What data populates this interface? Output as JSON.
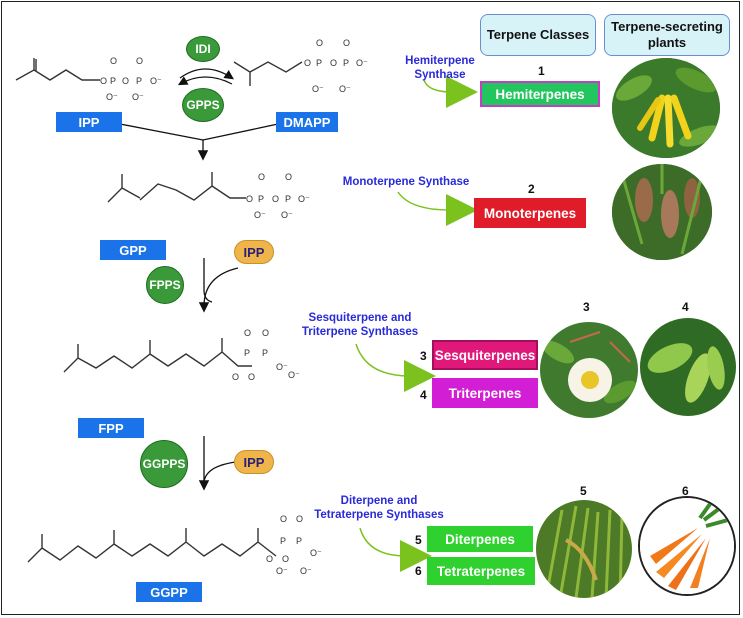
{
  "headers": {
    "classes": "Terpene Classes",
    "plants_line1": "Terpene-secreting",
    "plants_line2": "plants"
  },
  "molecules": {
    "ipp": "IPP",
    "dmapp": "DMAPP",
    "gpp": "GPP",
    "fpp": "FPP",
    "ggpp": "GGPP"
  },
  "enzymes": {
    "idi": "IDI",
    "gpps": "GPPS",
    "fpps": "FPPS",
    "ggpps": "GGPPS"
  },
  "cofactors": {
    "ipp_1": "IPP",
    "ipp_2": "IPP"
  },
  "synthases": {
    "hemi_1": "Hemiterpene",
    "hemi_2": "Synthase",
    "mono": "Monoterpene Synthase",
    "sesq_1": "Sesquiterpene and",
    "sesq_2": "Triterpene Synthases",
    "di_1": "Diterpene and",
    "di_2": "Tetraterpene Synthases"
  },
  "classes": {
    "hemi": "Hemiterpenes",
    "mono": "Monoterpenes",
    "sesq": "Sesquiterpenes",
    "tri": "Triterpenes",
    "di": "Diterpenes",
    "tetra": "Tetraterpenes"
  },
  "numbers": {
    "n1": "1",
    "n2": "2",
    "n3": "3",
    "n4": "4",
    "n5": "5",
    "n6": "6",
    "c3": "3",
    "c4": "4",
    "c5": "5",
    "c6": "6"
  },
  "chem": {
    "p": "P",
    "o": "O",
    "om": "O⁻"
  },
  "colors": {
    "blue": "#1a73e8",
    "green": "#3a9a3a",
    "hemi": "#22c55e",
    "mono": "#e01b2a",
    "sesq": "#e0187a",
    "tri": "#d21fd6",
    "di": "#2ed12e",
    "ipp": "#f0b54a",
    "synth_text": "#2a2ad8"
  }
}
